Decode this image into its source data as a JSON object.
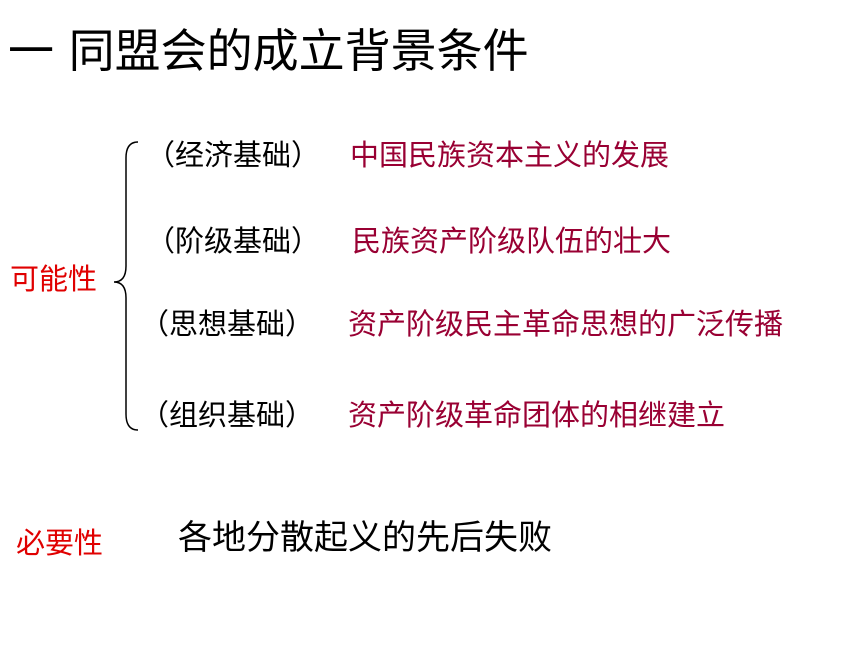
{
  "title": "一 同盟会的成立背景条件",
  "possibility": {
    "label": "可能性",
    "items": [
      {
        "basis": "（经济基础）",
        "description": "中国民族资本主义的发展"
      },
      {
        "basis": "（阶级基础）",
        "description": "民族资产阶级队伍的壮大"
      },
      {
        "basis": "（思想基础）",
        "description": "资产阶级民主革命思想的广泛传播"
      },
      {
        "basis": "（组织基础）",
        "description": "资产阶级革命团体的相继建立"
      }
    ]
  },
  "necessity": {
    "label": "必要性",
    "description": "各地分散起义的先后失败"
  },
  "colors": {
    "label_red": "#e00000",
    "description_crimson": "#990033",
    "text_black": "#000000"
  }
}
